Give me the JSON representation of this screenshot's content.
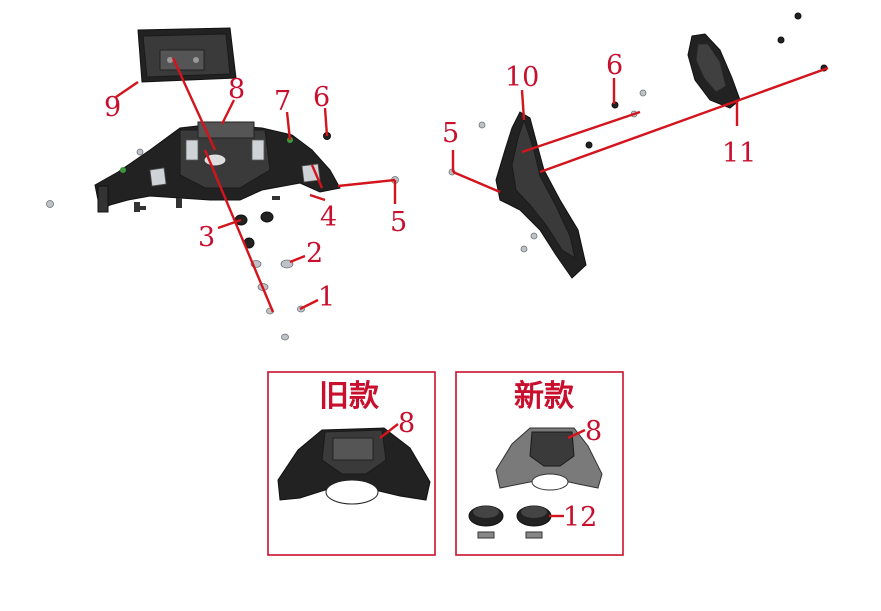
{
  "callouts": {
    "c1": "1",
    "c2": "2",
    "c3": "3",
    "c4": "4",
    "c5a": "5",
    "c5b": "5",
    "c6a": "6",
    "c6b": "6",
    "c7": "7",
    "c8a": "8",
    "c8b": "8",
    "c8c": "8",
    "c9": "9",
    "c10": "10",
    "c11": "11",
    "c12": "12"
  },
  "panels": {
    "old_label": "旧款",
    "new_label": "新款"
  },
  "colors": {
    "callout": "#c8102e",
    "leader": "#d4141c"
  }
}
